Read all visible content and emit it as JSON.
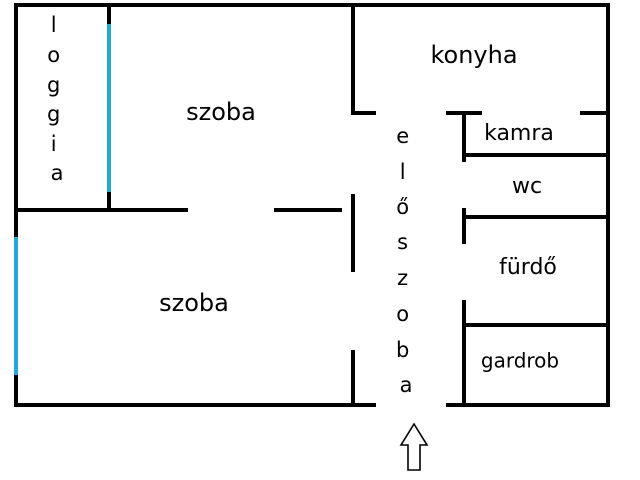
{
  "rooms": {
    "loggia": "loggia",
    "szoba_upper": "szoba",
    "szoba_lower": "szoba",
    "konyha": "konyha",
    "eloszoba": "előszoba",
    "kamra": "kamra",
    "wc": "wc",
    "furdo": "fürdő",
    "gardrob": "gardrob"
  },
  "colors": {
    "wall": "#000000",
    "window": "#1fa8e0",
    "background": "#ffffff"
  },
  "icons": {
    "entrance": "up-arrow-icon"
  }
}
